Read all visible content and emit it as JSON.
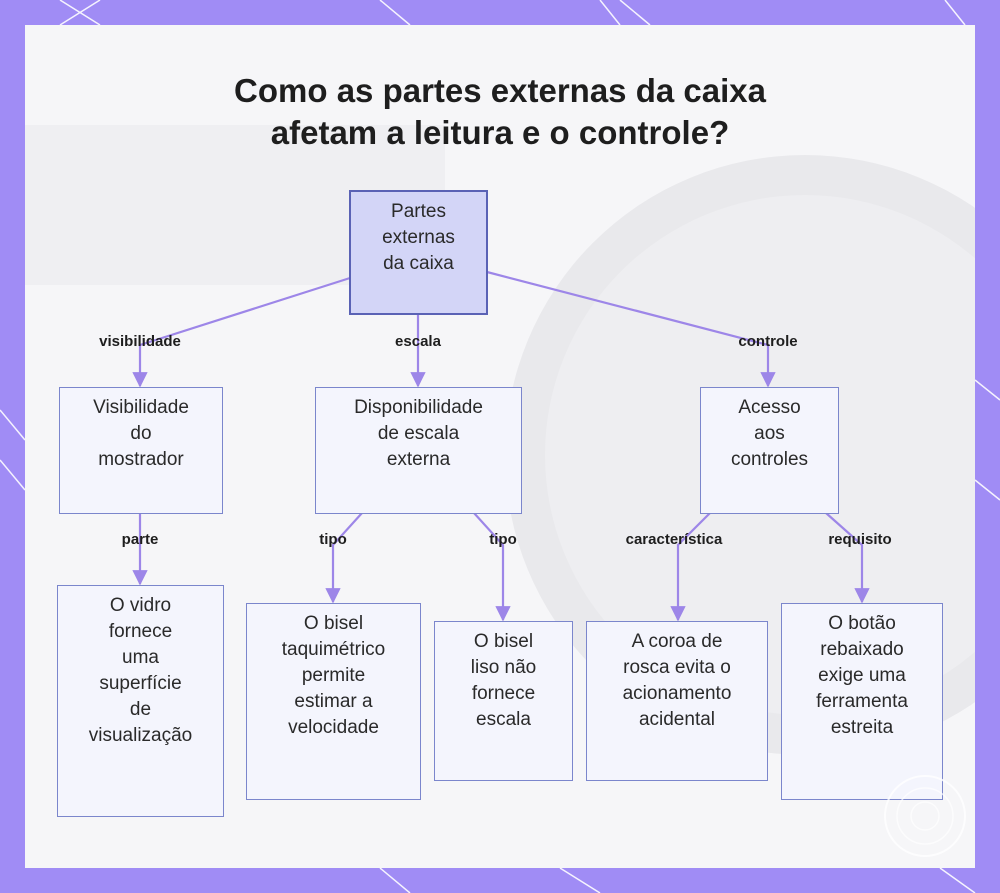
{
  "title": {
    "line1": "Como as partes externas da caixa",
    "line2": "afetam a leitura e o controle?"
  },
  "nodes": {
    "root": "Partes\nexternas\nda caixa",
    "visibilidade": "Visibilidade\ndo\nmostrador",
    "escala": "Disponibilidade\nde escala\nexterna",
    "acesso": "Acesso\naos\ncontroles",
    "vidro": "O vidro\nfornece\numa\nsuperfície\nde\nvisualização",
    "bisel_taq": "O bisel\ntaquimétrico\npermite\nestimar a\nvelocidade",
    "bisel_liso": "O bisel\nliso não\nfornece\nescala",
    "coroa": "A coroa de\nrosca evita o\nacionamento\nacidental",
    "botao": "O botão\nrebaixado\nexige uma\nferramenta\nestreita"
  },
  "edge_labels": {
    "visibilidade": "visibilidade",
    "escala": "escala",
    "controle": "controle",
    "parte": "parte",
    "tipo1": "tipo",
    "tipo2": "tipo",
    "caracteristica": "característica",
    "requisito": "requisito"
  },
  "colors": {
    "frame": "#a08cf5",
    "edge": "#9d86e8",
    "node_fill": "#f4f5fd",
    "node_border": "#7b86cc",
    "root_fill": "#d3d5f7"
  }
}
